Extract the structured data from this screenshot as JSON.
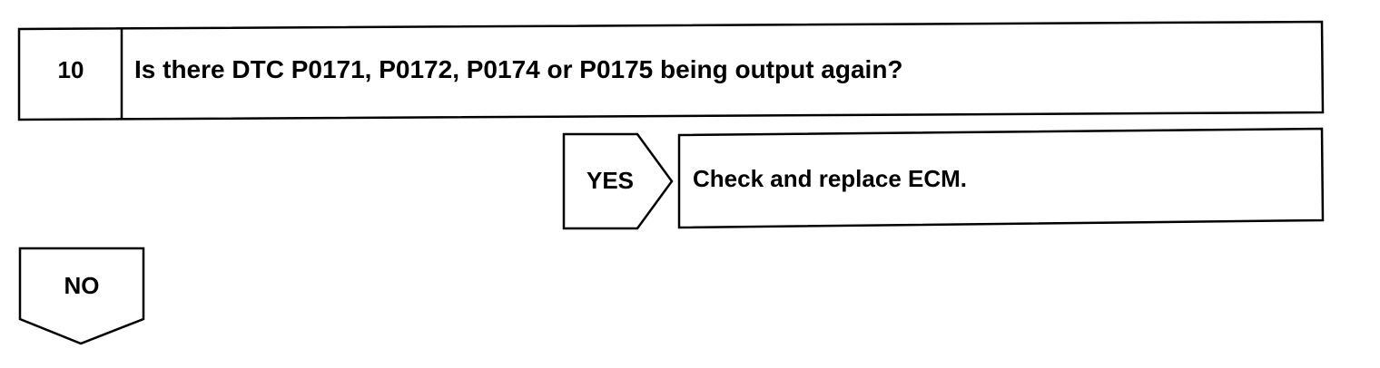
{
  "step": {
    "number": "10",
    "question": "Is there DTC P0171, P0172, P0174 or P0175 being output again?"
  },
  "yes_branch": {
    "label": "YES",
    "result": "Check and replace ECM."
  },
  "no_branch": {
    "label": "NO"
  }
}
